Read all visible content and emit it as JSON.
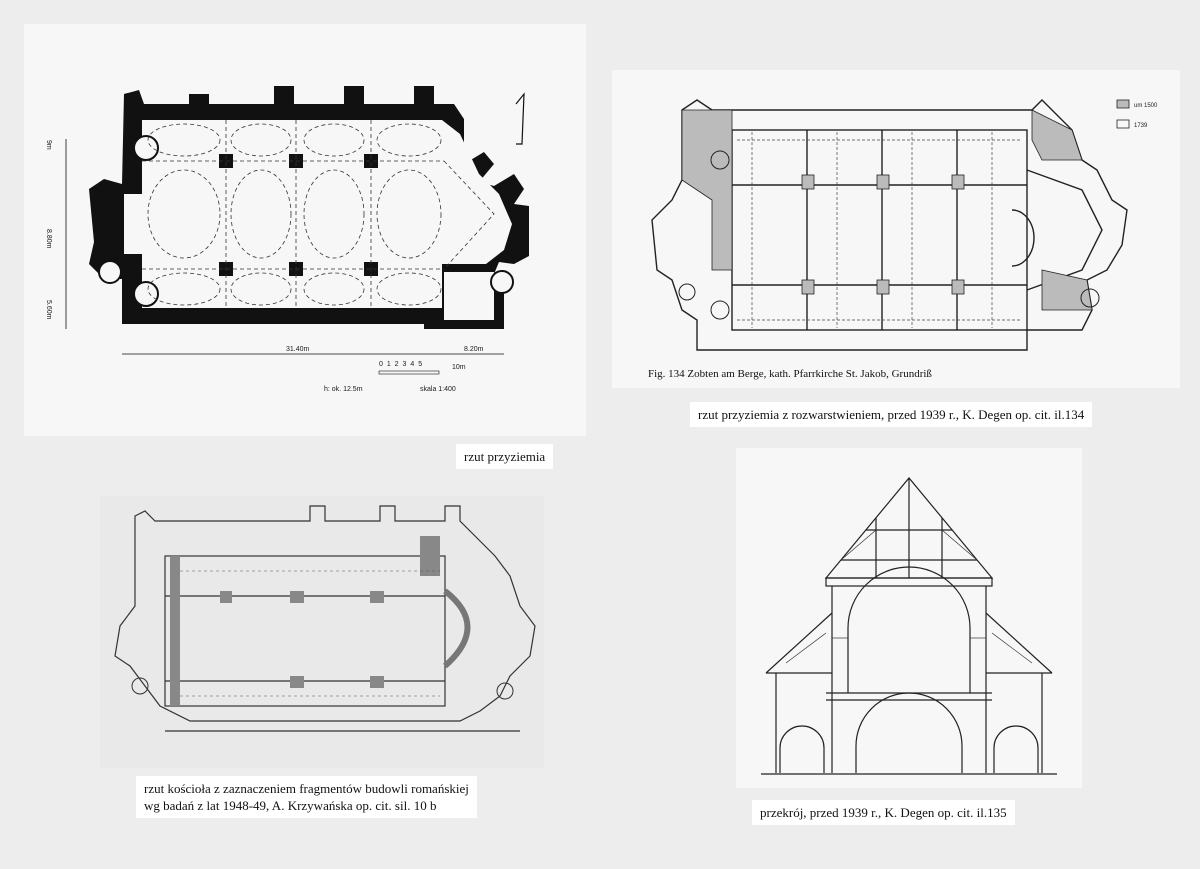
{
  "captions": {
    "plan1": "rzut przyziemia",
    "plan2": "rzut przyziemia z rozwarstwieniem, przed 1939 r., K. Degen op. cit. il.134",
    "plan3_line1": "rzut kościoła z zaznaczeniem fragmentów budowli romańskiej",
    "plan3_line2": "wg badań z lat 1948-49, A. Krzywańska op. cit. sil. 10 b",
    "section": "przekrój, przed 1939 r., K. Degen op. cit. il.135"
  },
  "plan1_labels": {
    "dim_top": "9m",
    "dim_mid": "8.80m",
    "dim_bottom": "5.60m",
    "length_main": "31.40m",
    "length_apse": "8.20m",
    "scale_ticks": "0 1 2 3 4 5",
    "scale_end": "10m",
    "height": "h: ok. 12.5m",
    "scale": "skala 1:400"
  },
  "plan2_labels": {
    "figure": "Fig. 134  Zobten am Berge, kath. Pfarrkirche St. Jakob, Grundriß",
    "legend_1": "um 1500",
    "legend_2": "1739"
  }
}
